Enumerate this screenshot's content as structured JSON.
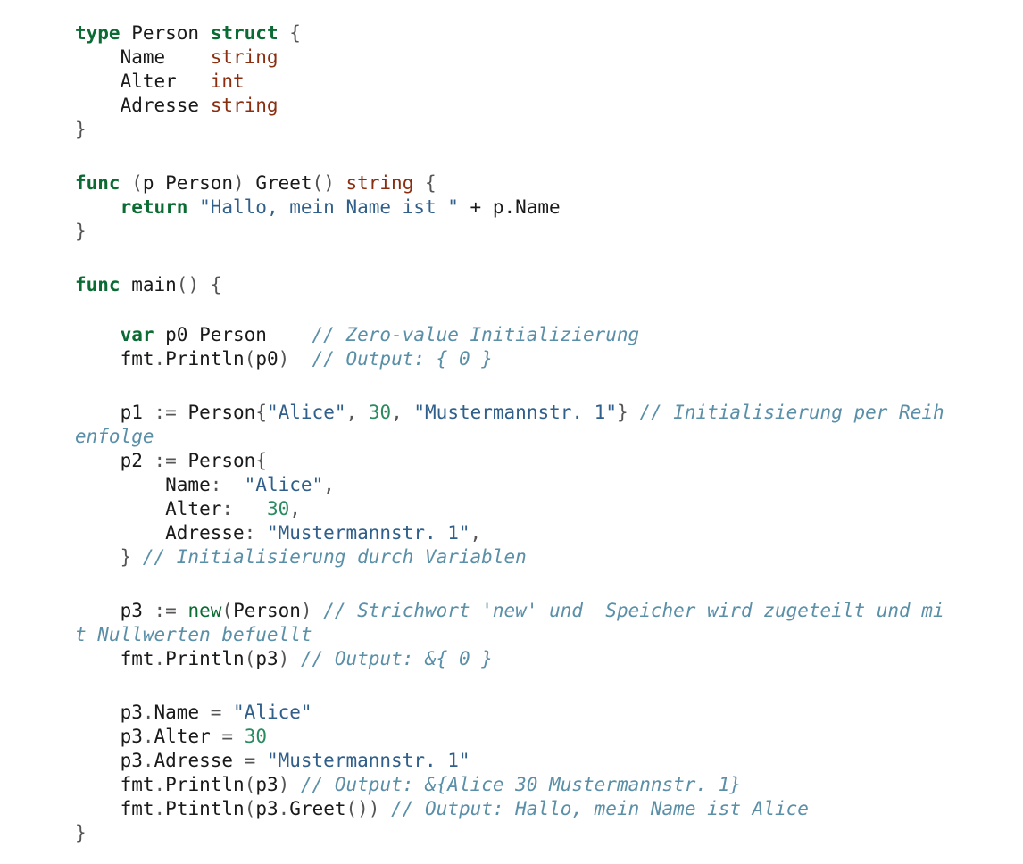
{
  "code": {
    "language": "go",
    "lines": [
      [
        {
          "t": "type",
          "c": "kw"
        },
        {
          "t": " Person ",
          "c": "plain"
        },
        {
          "t": "struct",
          "c": "kw"
        },
        {
          "t": " {",
          "c": "pun"
        }
      ],
      [
        {
          "t": "    Name    ",
          "c": "plain"
        },
        {
          "t": "string",
          "c": "type"
        }
      ],
      [
        {
          "t": "    Alter   ",
          "c": "plain"
        },
        {
          "t": "int",
          "c": "type"
        }
      ],
      [
        {
          "t": "    Adresse ",
          "c": "plain"
        },
        {
          "t": "string",
          "c": "type"
        }
      ],
      [
        {
          "t": "}",
          "c": "pun"
        }
      ],
      {
        "gap": "gap-l"
      },
      [
        {
          "t": "func",
          "c": "kw"
        },
        {
          "t": " (",
          "c": "pun"
        },
        {
          "t": "p Person",
          "c": "plain"
        },
        {
          "t": ") ",
          "c": "pun"
        },
        {
          "t": "Greet",
          "c": "plain"
        },
        {
          "t": "() ",
          "c": "pun"
        },
        {
          "t": "string",
          "c": "type"
        },
        {
          "t": " {",
          "c": "pun"
        }
      ],
      [
        {
          "t": "    ",
          "c": "plain"
        },
        {
          "t": "return",
          "c": "kw"
        },
        {
          "t": " \"Hallo, mein Name ist \"",
          "c": "str"
        },
        {
          "t": " + ",
          "c": "plain"
        },
        {
          "t": "p.Name",
          "c": "plain"
        }
      ],
      [
        {
          "t": "}",
          "c": "pun"
        }
      ],
      {
        "gap": "gap-l"
      },
      [
        {
          "t": "func",
          "c": "kw"
        },
        {
          "t": " main",
          "c": "plain"
        },
        {
          "t": "() {",
          "c": "pun"
        }
      ],
      {
        "gap": "gap-m"
      },
      [
        {
          "t": "    ",
          "c": "plain"
        },
        {
          "t": "var",
          "c": "kw"
        },
        {
          "t": " p0 Person    ",
          "c": "plain"
        },
        {
          "t": "// Zero-value Initializierung",
          "c": "cmt"
        }
      ],
      [
        {
          "t": "    fmt",
          "c": "plain"
        },
        {
          "t": ".",
          "c": "pun"
        },
        {
          "t": "Println",
          "c": "plain"
        },
        {
          "t": "(",
          "c": "pun"
        },
        {
          "t": "p0",
          "c": "plain"
        },
        {
          "t": ")  ",
          "c": "pun"
        },
        {
          "t": "// Output: { 0 }",
          "c": "cmt"
        }
      ],
      {
        "gap": "gap-l"
      },
      [
        {
          "t": "    p1 ",
          "c": "plain"
        },
        {
          "t": ":=",
          "c": "pun"
        },
        {
          "t": " Person",
          "c": "plain"
        },
        {
          "t": "{",
          "c": "pun"
        },
        {
          "t": "\"Alice\"",
          "c": "str"
        },
        {
          "t": ", ",
          "c": "pun"
        },
        {
          "t": "30",
          "c": "num"
        },
        {
          "t": ", ",
          "c": "pun"
        },
        {
          "t": "\"Mustermannstr. 1\"",
          "c": "str"
        },
        {
          "t": "} ",
          "c": "pun"
        },
        {
          "t": "// Initialisierung per Reih",
          "c": "cmt"
        }
      ],
      [
        {
          "t": "enfolge",
          "c": "cmt"
        }
      ],
      [
        {
          "t": "    p2 ",
          "c": "plain"
        },
        {
          "t": ":=",
          "c": "pun"
        },
        {
          "t": " Person",
          "c": "plain"
        },
        {
          "t": "{",
          "c": "pun"
        }
      ],
      [
        {
          "t": "        Name",
          "c": "plain"
        },
        {
          "t": ":  ",
          "c": "pun"
        },
        {
          "t": "\"Alice\"",
          "c": "str"
        },
        {
          "t": ",",
          "c": "pun"
        }
      ],
      [
        {
          "t": "        Alter",
          "c": "plain"
        },
        {
          "t": ":   ",
          "c": "pun"
        },
        {
          "t": "30",
          "c": "num"
        },
        {
          "t": ",",
          "c": "pun"
        }
      ],
      [
        {
          "t": "        Adresse",
          "c": "plain"
        },
        {
          "t": ": ",
          "c": "pun"
        },
        {
          "t": "\"Mustermannstr. 1\"",
          "c": "str"
        },
        {
          "t": ",",
          "c": "pun"
        }
      ],
      [
        {
          "t": "    } ",
          "c": "pun"
        },
        {
          "t": "// Initialisierung durch Variablen",
          "c": "cmt"
        }
      ],
      {
        "gap": "gap-l"
      },
      [
        {
          "t": "    p3 ",
          "c": "plain"
        },
        {
          "t": ":=",
          "c": "pun"
        },
        {
          "t": " ",
          "c": "plain"
        },
        {
          "t": "new",
          "c": "kwn"
        },
        {
          "t": "(",
          "c": "pun"
        },
        {
          "t": "Person",
          "c": "plain"
        },
        {
          "t": ") ",
          "c": "pun"
        },
        {
          "t": "// Strichwort 'new' und  Speicher wird zugeteilt und mi",
          "c": "cmt"
        }
      ],
      [
        {
          "t": "t Nullwerten befuellt",
          "c": "cmt"
        }
      ],
      [
        {
          "t": "    fmt",
          "c": "plain"
        },
        {
          "t": ".",
          "c": "pun"
        },
        {
          "t": "Println",
          "c": "plain"
        },
        {
          "t": "(",
          "c": "pun"
        },
        {
          "t": "p3",
          "c": "plain"
        },
        {
          "t": ") ",
          "c": "pun"
        },
        {
          "t": "// Output: &{ 0 }",
          "c": "cmt"
        }
      ],
      {
        "gap": "gap-l"
      },
      [
        {
          "t": "    p3",
          "c": "plain"
        },
        {
          "t": ".",
          "c": "pun"
        },
        {
          "t": "Name ",
          "c": "plain"
        },
        {
          "t": "=",
          "c": "pun"
        },
        {
          "t": " \"Alice\"",
          "c": "str"
        }
      ],
      [
        {
          "t": "    p3",
          "c": "plain"
        },
        {
          "t": ".",
          "c": "pun"
        },
        {
          "t": "Alter ",
          "c": "plain"
        },
        {
          "t": "=",
          "c": "pun"
        },
        {
          "t": " ",
          "c": "plain"
        },
        {
          "t": "30",
          "c": "num"
        }
      ],
      [
        {
          "t": "    p3",
          "c": "plain"
        },
        {
          "t": ".",
          "c": "pun"
        },
        {
          "t": "Adresse ",
          "c": "plain"
        },
        {
          "t": "=",
          "c": "pun"
        },
        {
          "t": " \"Mustermannstr. 1\"",
          "c": "str"
        }
      ],
      [
        {
          "t": "    fmt",
          "c": "plain"
        },
        {
          "t": ".",
          "c": "pun"
        },
        {
          "t": "Println",
          "c": "plain"
        },
        {
          "t": "(",
          "c": "pun"
        },
        {
          "t": "p3",
          "c": "plain"
        },
        {
          "t": ") ",
          "c": "pun"
        },
        {
          "t": "// Output: &{Alice 30 Mustermannstr. 1}",
          "c": "cmt"
        }
      ],
      [
        {
          "t": "    fmt",
          "c": "plain"
        },
        {
          "t": ".",
          "c": "pun"
        },
        {
          "t": "Ptintln",
          "c": "plain"
        },
        {
          "t": "(",
          "c": "pun"
        },
        {
          "t": "p3",
          "c": "plain"
        },
        {
          "t": ".",
          "c": "pun"
        },
        {
          "t": "Greet",
          "c": "plain"
        },
        {
          "t": "()) ",
          "c": "pun"
        },
        {
          "t": "// Output: Hallo, mein Name ist Alice",
          "c": "cmt"
        }
      ],
      [
        {
          "t": "}",
          "c": "pun"
        }
      ]
    ]
  }
}
